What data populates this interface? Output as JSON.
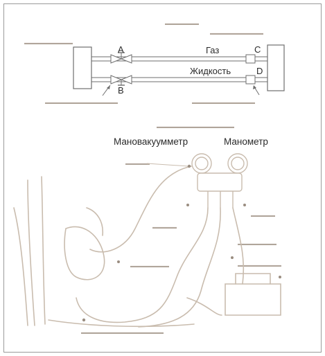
{
  "labels": {
    "gas": "Газ",
    "liquid": "Жидкость",
    "valve_a": "A",
    "valve_b": "B",
    "port_c": "C",
    "port_d": "D",
    "compound_gauge": "Мановакуумметр",
    "pressure_gauge": "Манометр"
  },
  "colors": {
    "line": "#6e6e6e",
    "sketch": "#c9bcae",
    "faded_text": "#b0a59a",
    "text": "#2a2a2a"
  }
}
